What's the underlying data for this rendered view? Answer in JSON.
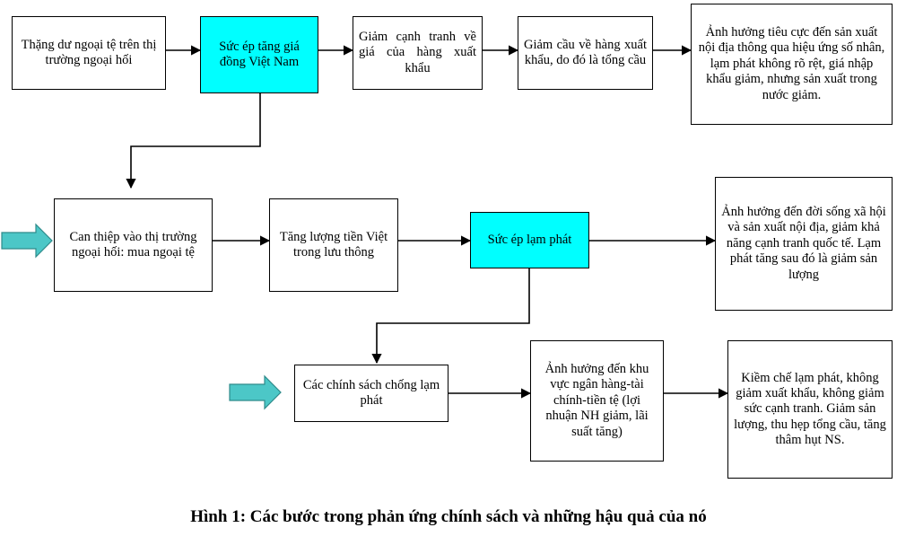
{
  "figure": {
    "caption": "Hình 1: Các bước trong phản ứng chính sách và những hậu quả của nó"
  },
  "boxes": {
    "surplus": "Thặng dư ngoại tệ trên thị trường ngoại hối",
    "appreciation_pressure": "Sức ép tăng giá đồng Việt Nam",
    "export_competitiveness": "Giảm cạnh tranh về giá của hàng xuất khẩu",
    "demand_drop": "Giảm cầu về hàng xuất khẩu, do đó là tổng cầu",
    "negative_impact": "Ảnh hưởng tiêu cực đến sản xuất nội địa thông qua hiệu ứng số nhân, lạm phát không rõ rệt, giá nhập khẩu giảm, nhưng sản xuất trong nước giảm.",
    "intervention": "Can thiệp vào thị trường ngoại hối: mua ngoại tệ",
    "money_supply": "Tăng lượng tiền Việt trong lưu thông",
    "inflation_pressure": "Sức ép lạm phát",
    "social_impact": "Ảnh hưởng đến đời sống xã hội và sản xuất nội địa, giảm khả năng cạnh tranh quốc tế. Lạm phát tăng sau đó là giảm sản lượng",
    "anti_inflation": "Các chính sách chống lạm phát",
    "banking_impact": "Ảnh hưởng đến khu vực ngân hàng-tài chính-tiền tệ (lợi nhuận NH giảm, lãi suất tăng)",
    "curb_inflation": "Kiềm chế lạm phát, không giảm xuất khẩu, không giảm sức cạnh tranh. Giảm sản lượng, thu hẹp tổng cầu, tăng thâm hụt NS."
  },
  "colors": {
    "highlight_box": "#00ffff",
    "entry_arrow": "#4cc7c7",
    "line": "#000000"
  }
}
